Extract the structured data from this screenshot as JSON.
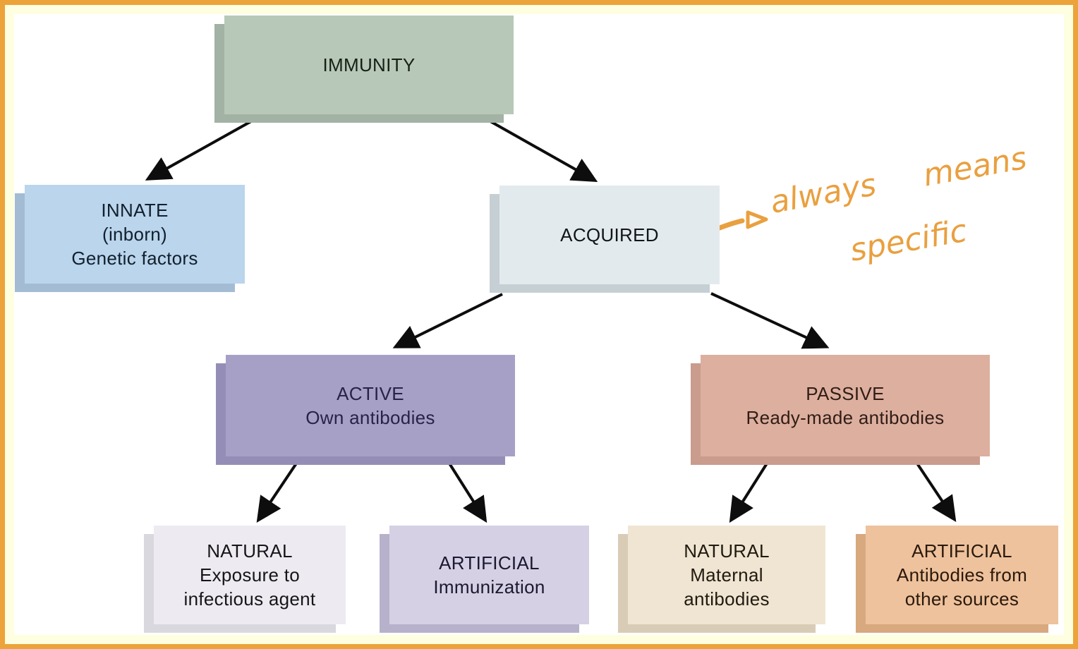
{
  "page": {
    "background": "#ffffff",
    "outer_border_color": "#ECA339",
    "inner_border_color": "#FEFEE0"
  },
  "arrows": {
    "color": "#0d0d0d"
  },
  "nodes": {
    "immunity": {
      "title": "IMMUNITY",
      "bg": "#B7C8B8",
      "shadow": "#A2B2A4",
      "fg": "#162016"
    },
    "innate": {
      "title": "INNATE",
      "line1": "(inborn)",
      "line2": "Genetic factors",
      "bg": "#BAD5EC",
      "shadow": "#A3BCD4",
      "fg": "#12202C"
    },
    "acquired": {
      "title": "ACQUIRED",
      "bg": "#E3EAED",
      "shadow": "#C6CFD3",
      "fg": "#111517"
    },
    "active": {
      "title": "ACTIVE",
      "line1": "Own antibodies",
      "bg": "#A7A0C6",
      "shadow": "#948EB7",
      "fg": "#282249"
    },
    "passive": {
      "title": "PASSIVE",
      "line1": "Ready-made antibodies",
      "bg": "#DDAF9F",
      "shadow": "#C99C8D",
      "fg": "#301D16"
    },
    "natural_active": {
      "title": "NATURAL",
      "line1": "Exposure to",
      "line2": "infectious agent",
      "bg": "#EDEBF1",
      "shadow": "#DAD8DF",
      "fg": "#161618"
    },
    "artificial_active": {
      "title": "ARTIFICIAL",
      "line1": "Immunization",
      "bg": "#D5D0E3",
      "shadow": "#B7B1CB",
      "fg": "#1B1830"
    },
    "natural_passive": {
      "title": "NATURAL",
      "line1": "Maternal",
      "line2": "antibodies",
      "bg": "#F0E5D2",
      "shadow": "#D9CCB7",
      "fg": "#201A10"
    },
    "artificial_passive": {
      "title": "ARTIFICIAL",
      "line1": "Antibodies from",
      "line2": "other sources",
      "bg": "#EEC29D",
      "shadow": "#D8A87F",
      "fg": "#2A190B"
    }
  },
  "annotation": {
    "line1": "always means",
    "line2": "specific",
    "color": "#E9A03F"
  }
}
